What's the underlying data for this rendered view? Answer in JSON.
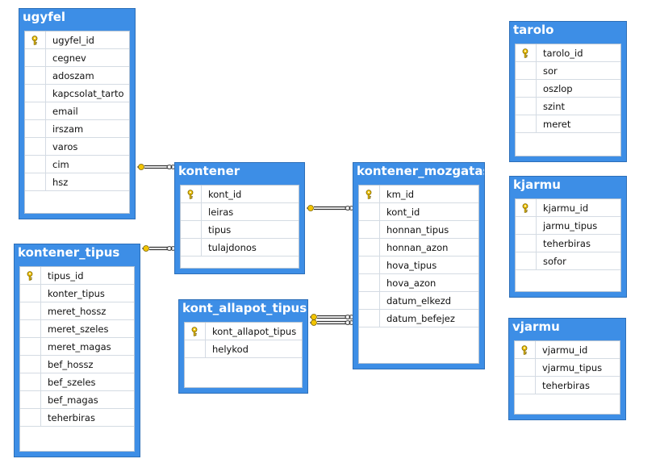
{
  "tables": {
    "ugyfel": {
      "name": "ugyfel",
      "columns": [
        {
          "name": "ugyfel_id",
          "pk": true
        },
        {
          "name": "cegnev"
        },
        {
          "name": "adoszam"
        },
        {
          "name": "kapcsolat_tarto"
        },
        {
          "name": "email"
        },
        {
          "name": "irszam"
        },
        {
          "name": "varos"
        },
        {
          "name": "cim"
        },
        {
          "name": "hsz"
        }
      ]
    },
    "kontener": {
      "name": "kontener",
      "columns": [
        {
          "name": "kont_id",
          "pk": true
        },
        {
          "name": "leiras"
        },
        {
          "name": "tipus"
        },
        {
          "name": "tulajdonos"
        }
      ]
    },
    "kontener_tipus": {
      "name": "kontener_tipus",
      "columns": [
        {
          "name": "tipus_id",
          "pk": true
        },
        {
          "name": "konter_tipus"
        },
        {
          "name": "meret_hossz"
        },
        {
          "name": "meret_szeles"
        },
        {
          "name": "meret_magas"
        },
        {
          "name": "bef_hossz"
        },
        {
          "name": "bef_szeles"
        },
        {
          "name": "bef_magas"
        },
        {
          "name": "teherbiras"
        }
      ]
    },
    "kont_allapot_tipus": {
      "name": "kont_allapot_tipus",
      "columns": [
        {
          "name": "kont_allapot_tipus",
          "pk": true
        },
        {
          "name": "helykod"
        }
      ]
    },
    "kontener_mozgatas": {
      "name": "kontener_mozgatas",
      "columns": [
        {
          "name": "km_id",
          "pk": true
        },
        {
          "name": "kont_id"
        },
        {
          "name": "honnan_tipus"
        },
        {
          "name": "honnan_azon"
        },
        {
          "name": "hova_tipus"
        },
        {
          "name": "hova_azon"
        },
        {
          "name": "datum_elkezd"
        },
        {
          "name": "datum_befejez"
        }
      ]
    },
    "tarolo": {
      "name": "tarolo",
      "columns": [
        {
          "name": "tarolo_id",
          "pk": true
        },
        {
          "name": "sor"
        },
        {
          "name": "oszlop"
        },
        {
          "name": "szint"
        },
        {
          "name": "meret"
        }
      ]
    },
    "kjarmu": {
      "name": "kjarmu",
      "columns": [
        {
          "name": "kjarmu_id",
          "pk": true
        },
        {
          "name": "jarmu_tipus"
        },
        {
          "name": "teherbiras"
        },
        {
          "name": "sofor"
        }
      ]
    },
    "vjarmu": {
      "name": "vjarmu",
      "columns": [
        {
          "name": "vjarmu_id",
          "pk": true
        },
        {
          "name": "vjarmu_tipus"
        },
        {
          "name": "teherbiras"
        }
      ]
    }
  },
  "relationships": [
    {
      "from": "ugyfel",
      "to": "kontener"
    },
    {
      "from": "kontener_tipus",
      "to": "kontener"
    },
    {
      "from": "kontener",
      "to": "kontener_mozgatas"
    },
    {
      "from": "kont_allapot_tipus",
      "to": "kontener_mozgatas"
    },
    {
      "from": "kont_allapot_tipus",
      "to": "kontener_mozgatas"
    }
  ],
  "colors": {
    "header": "#3d8ee6",
    "key": "#f2c400",
    "line": "#333333"
  },
  "icons": {
    "primary_key": "key-icon"
  }
}
